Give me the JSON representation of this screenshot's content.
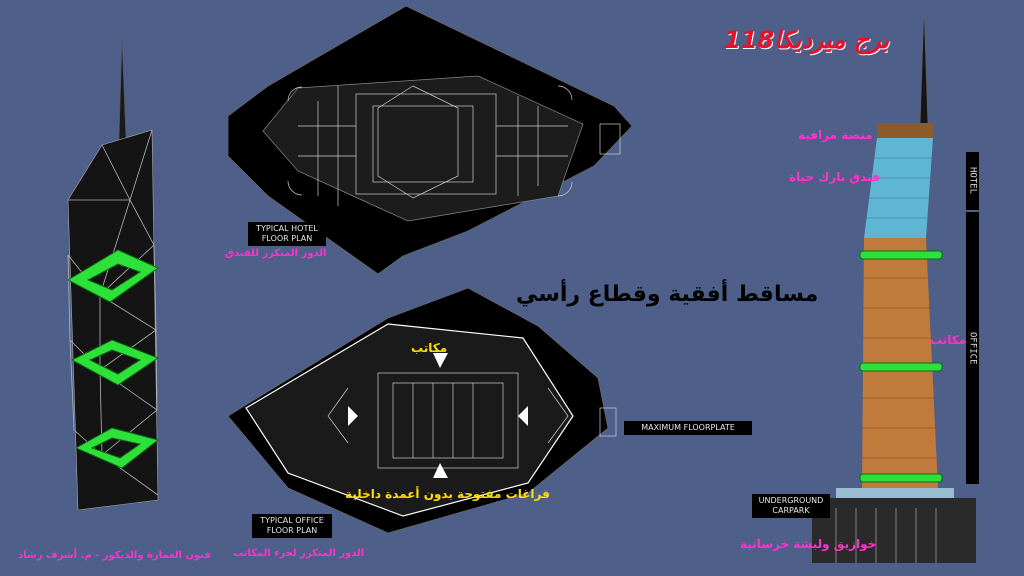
{
  "title": "برج ميرديكا118",
  "subtitle": "مساقط أفقية وقطاع رأسي",
  "credit": "فنون العمارة والديكور - م. أشرف رشاد",
  "hotel_plan": {
    "tag": "TYPICAL HOTEL FLOOR PLAN",
    "caption": "الدور المتكرر للفندق"
  },
  "office_plan": {
    "tag": "TYPICAL OFFICE FLOOR PLAN",
    "caption": "الدور المتكرر لجزء المكاتب",
    "offices_label": "مكاتب",
    "open_space_label": "فراغات مفتوحة بدون أعمدة داخلية",
    "max_tag": "MAXIMUM FLOORPLATE"
  },
  "section": {
    "observation": "منصة مراقبة",
    "hotel": "فندق بارك حياة",
    "offices": "مكاتب",
    "foundation": "خوازيق ولبشة خرسانية",
    "carpark_tag": "UNDERGROUND CARPARK",
    "strip_hotel": "HOTEL",
    "strip_office": "OFFICE"
  },
  "colors": {
    "background": "#4e5f89",
    "accent_pink": "#ff33cc",
    "accent_yellow": "#ffe000",
    "title_red": "#e8102a",
    "green": "#2ee03a"
  }
}
